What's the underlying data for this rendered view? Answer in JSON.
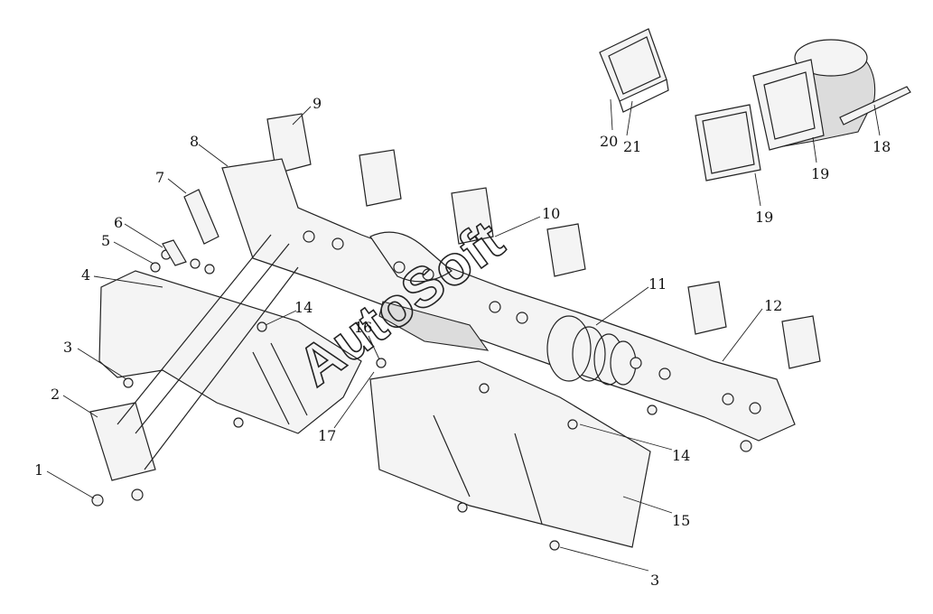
{
  "watermark": "AutoSoft",
  "callouts": [
    {
      "id": "c1",
      "text": "1"
    },
    {
      "id": "c2",
      "text": "2"
    },
    {
      "id": "c3a",
      "text": "3"
    },
    {
      "id": "c3b",
      "text": "3"
    },
    {
      "id": "c4",
      "text": "4"
    },
    {
      "id": "c5",
      "text": "5"
    },
    {
      "id": "c6",
      "text": "6"
    },
    {
      "id": "c7",
      "text": "7"
    },
    {
      "id": "c8",
      "text": "8"
    },
    {
      "id": "c9",
      "text": "9"
    },
    {
      "id": "c10",
      "text": "10"
    },
    {
      "id": "c11",
      "text": "11"
    },
    {
      "id": "c12",
      "text": "12"
    },
    {
      "id": "c14a",
      "text": "14"
    },
    {
      "id": "c14b",
      "text": "14"
    },
    {
      "id": "c15",
      "text": "15"
    },
    {
      "id": "c16",
      "text": "16"
    },
    {
      "id": "c17",
      "text": "17"
    },
    {
      "id": "c18",
      "text": "18"
    },
    {
      "id": "c19a",
      "text": "19"
    },
    {
      "id": "c19b",
      "text": "19"
    },
    {
      "id": "c20",
      "text": "20"
    },
    {
      "id": "c21",
      "text": "21"
    }
  ]
}
